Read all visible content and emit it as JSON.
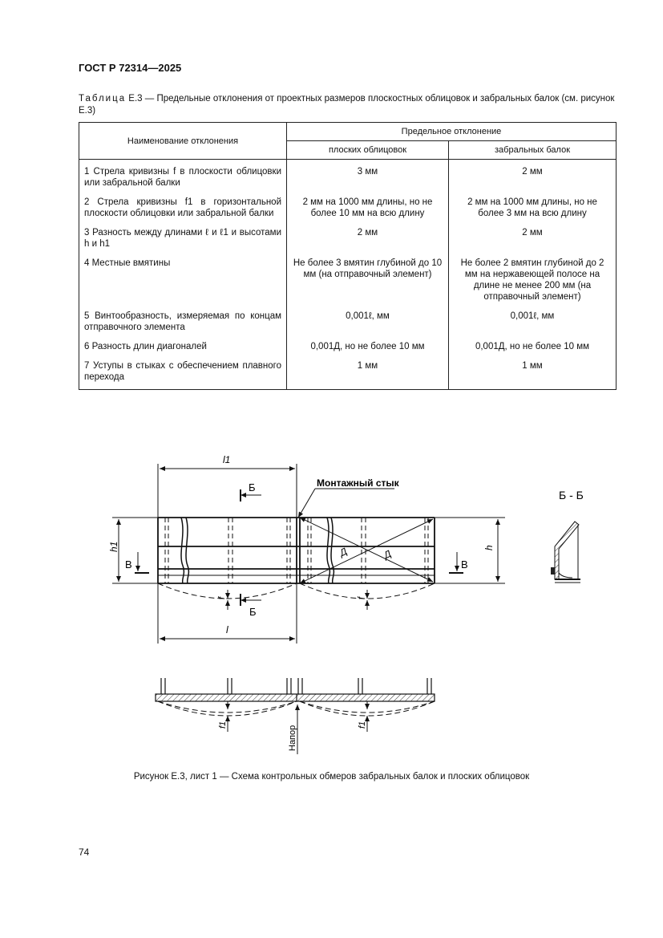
{
  "header": {
    "doc_id": "ГОСТ Р 72314—2025"
  },
  "table": {
    "caption_prefix": "Таблица",
    "caption_text": " Е.3 — Предельные отклонения от проектных размеров плоскостных облицовок и забральных балок (см. рисунок Е.3)",
    "head": {
      "name": "Наименование отклонения",
      "group": "Предельное отклонение",
      "col1": "плоских облицовок",
      "col2": "забральных балок"
    },
    "rows": [
      {
        "name": "1 Стрела кривизны f в плоскости облицовки или забральной балки",
        "v1": "3 мм",
        "v2": "2 мм"
      },
      {
        "name": "2 Стрела кривизны f1 в горизонтальной плоскости облицовки или забральной балки",
        "v1": "2 мм на 1000 мм длины, но не более 10 мм на всю длину",
        "v2": "2 мм на 1000 мм длины, но не более 3 мм на всю длину"
      },
      {
        "name": "3 Разность между длинами ℓ и ℓ1 и высотами h и h1",
        "v1": "2 мм",
        "v2": "2 мм"
      },
      {
        "name": "4 Местные вмятины",
        "v1": "Не более 3 вмятин глубиной до 10 мм (на отправочный элемент)",
        "v2": "Не более 2 вмятин глубиной до 2 мм на нержавеющей полосе на длине не менее 200 мм (на отправочный элемент)"
      },
      {
        "name": "5 Винтообразность, измеряемая по концам отправочного элемента",
        "v1": "0,001ℓ, мм",
        "v2": "0,001ℓ, мм"
      },
      {
        "name": "6 Разность длин диагоналей",
        "v1": "0,001Д, но не более 10 мм",
        "v2": "0,001Д, но не более 10 мм"
      },
      {
        "name": "7 Уступы в стыках с обеспечением плавного перехода",
        "v1": "1 мм",
        "v2": "1 мм"
      }
    ]
  },
  "figure": {
    "labels": {
      "l1": "l1",
      "section_b": "Б",
      "joint": "Монтажный стык",
      "bb_title": "Б - Б",
      "h1": "h1",
      "h": "h",
      "v": "В",
      "d": "Д",
      "f": "f",
      "l": "l",
      "f1": "f1",
      "napor": "Напор"
    },
    "caption": "Рисунок Е.3, лист 1 — Схема контрольных обмеров забральных балок и плоских облицовок"
  },
  "page_number": "74"
}
